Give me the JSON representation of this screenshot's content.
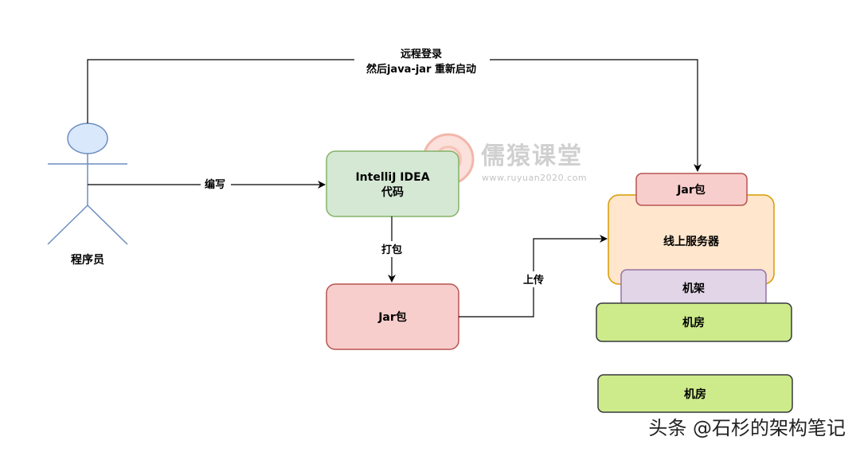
{
  "actor": {
    "label": "程序员"
  },
  "nodes": {
    "ide": {
      "line1": "IntelliJ IDEA",
      "line2": "代码",
      "fill": "#d5e8d4",
      "stroke": "#82b366"
    },
    "jar_local": {
      "label": "Jar包",
      "fill": "#f8cecc",
      "stroke": "#b85450"
    },
    "jar_server": {
      "label": "Jar包",
      "fill": "#f8cecc",
      "stroke": "#b85450"
    },
    "server": {
      "label": "线上服务器",
      "fill": "#ffe6cc",
      "stroke": "#d79b00"
    },
    "rack": {
      "label": "机架",
      "fill": "#e1d5e7",
      "stroke": "#9673a6"
    },
    "room1": {
      "label": "机房",
      "fill": "#cdeb8b",
      "stroke": "#36393d"
    },
    "room2": {
      "label": "机房",
      "fill": "#cdeb8b",
      "stroke": "#36393d"
    }
  },
  "edges": {
    "write": {
      "label": "编写"
    },
    "package": {
      "label": "打包"
    },
    "upload": {
      "label": "上传"
    },
    "remote": {
      "line1": "远程登录",
      "line2": "然后java-jar 重新启动"
    }
  },
  "watermark": {
    "title": "儒猿课堂",
    "url": "www.ruyuan2020.com"
  },
  "footer": {
    "text": "头条 @石杉的架构笔记"
  }
}
